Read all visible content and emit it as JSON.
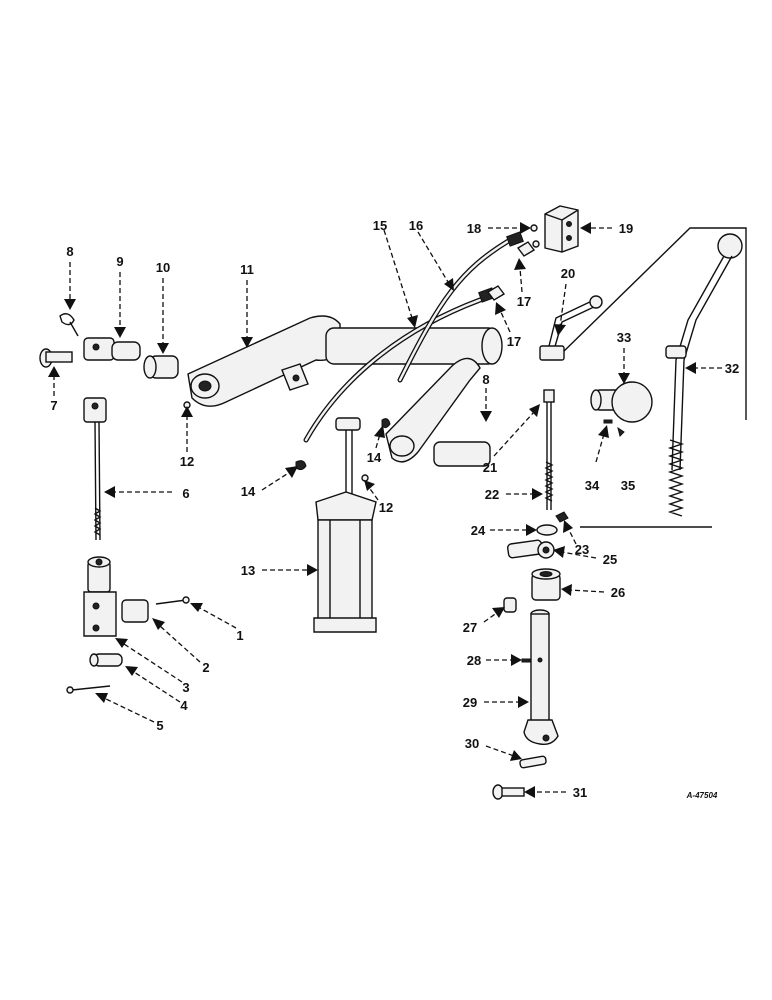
{
  "drawing_code": "A-47504",
  "callouts": [
    "1",
    "2",
    "3",
    "4",
    "5",
    "6",
    "7",
    "8",
    "9",
    "10",
    "11",
    "12",
    "13",
    "14",
    "15",
    "16",
    "17",
    "18",
    "19",
    "20",
    "21",
    "22",
    "23",
    "24",
    "25",
    "26",
    "27",
    "28",
    "29",
    "30",
    "31",
    "32",
    "33",
    "34",
    "35"
  ]
}
